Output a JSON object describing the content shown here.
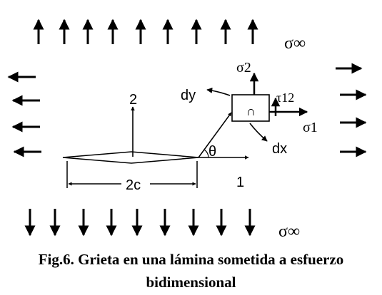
{
  "figure": {
    "sigma_inf_top": "σ∞",
    "sigma_inf_bottom": "σ∞",
    "sigma2": "σ2",
    "tau12": "τ12",
    "sigma1": "σ1",
    "dy": "dy",
    "dx": "dx",
    "axis2": "2",
    "axis1": "1",
    "theta": "θ",
    "crack_length": "2c",
    "element_symbol": "∩"
  },
  "caption": {
    "line1": "Fig.6. Grieta en una lámina sometida a esfuerzo",
    "line2": "bidimensional"
  }
}
